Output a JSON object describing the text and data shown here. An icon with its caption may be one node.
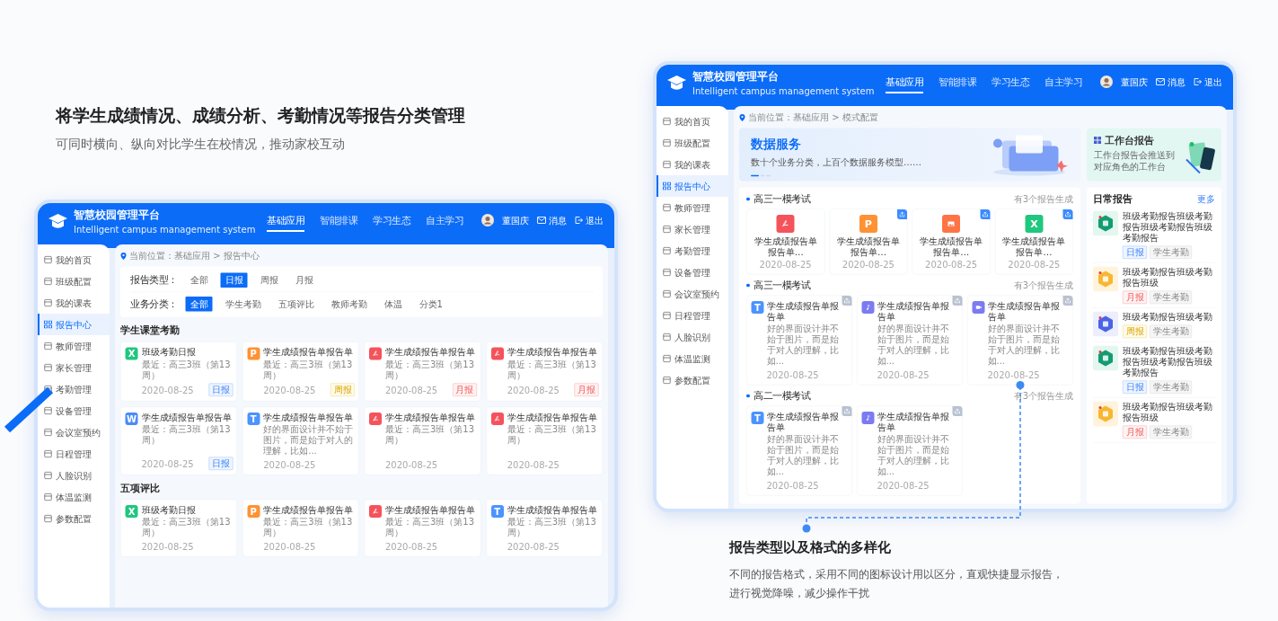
{
  "diagram": {
    "nodes": [
      {
        "text": [
          "X",
          "班级考勤日报",
          "最近：高三3班（第13周）",
          "2020-08-25",
          "日报"
        ]
      },
      {
        "text": [
          "P",
          "学生成绩报告单报告单",
          "最近：高三3班（第13周）",
          "2020-08-25",
          "周报"
        ]
      },
      {
        "text": [
          "学生成绩报告单报告单",
          "最近：高三3班（第13周）",
          "2020-08-25",
          "月报"
        ]
      },
      {
        "text": [
          "学生成绩报告单报告单",
          "最近：高三3班（第13周）",
          "2020-08-25",
          "月报"
        ]
      },
      {
        "text": [
          "W",
          "学生成绩报告单报告单",
          "最近：高三3班（第13周）",
          "2020-08-25",
          "日报"
        ]
      },
      {
        "text": [
          "T",
          "学生成绩报告单报告单",
          "好的界面设计并不始于图片，而是始于对人的理解，比如...",
          "2020-08-25"
        ]
      },
      {
        "text": [
          "学生成绩报告单报告单",
          "最近：高三3班（第13周）",
          "2020-08-25"
        ]
      },
      {
        "text": [
          "学生成绩报告单报告单",
          "最近：高三3班（第13周）",
          "2020-08-25"
        ]
      },
      {
        "text": [
          "X",
          "班级考勤日报",
          "最近：高三3班（第13周）",
          "2020-08-25"
        ]
      },
      {
        "text": [
          "P",
          "学生成绩报告单报告单",
          "最近：高三3班（第13周）",
          "2020-08-25"
        ]
      },
      {
        "text": [
          "学生成绩报告单报告单",
          "最近：高三3班（第13周）",
          "2020-08-25"
        ]
      },
      {
        "text": [
          "T",
          "学生成绩报告单报告单",
          "最近：高三3班（第13周）",
          "2020-08-25"
        ]
      },
      {
        "text": [
          "学生成绩报告单报告单…",
          "2020-08-25"
        ]
      },
      {
        "text": [
          "P",
          "学生成绩报告单报告单…",
          "2020-08-25"
        ]
      },
      {
        "text": [
          "学生成绩报告单报告单…",
          "2020-08-25"
        ]
      },
      {
        "text": [
          "X",
          "学生成绩报告单报告单…",
          "2020-08-25"
        ]
      },
      {
        "text": [
          "T",
          "学生成绩报告单报告单",
          "好的界面设计并不始于图片，而是始于对人的理解，比如...",
          "2020-08-25"
        ]
      },
      {
        "text": [
          "学生成绩报告单报告单",
          "好的界面设计并不始于图片，而是始于对人的理解，比如...",
          "2020-08-25"
        ]
      },
      {
        "text": [
          "学生成绩报告单报告单",
          "好的界面设计并不始于图片，而是始于对人的理解，比如...",
          "2020-08-25"
        ]
      },
      {
        "text": [
          "T",
          "学生成绩报告单报告单",
          "好的界面设计并不始于图片，而是始于对人的理解，比如...",
          "2020-08-25"
        ]
      },
      {
        "text": [
          "学生成绩报告单报告单",
          "好的界面设计并不始于图片，而是始于对人的理解，比如...",
          "2020-08-25"
        ]
      },
      {
        "text": [
          "报告类型以及格式的多样化",
          "不同的报告格式，采用不同的图标设计用以区分，直观快捷显示报告，进行视觉降噪，减少操作干扰"
        ]
      }
    ],
    "edges": [
      {
        "from": 21,
        "to": 18,
        "arrow": "other",
        "style": "dashed"
      }
    ],
    "labels": [
      "将学生成绩情况、成绩分析、考勤情况等报告分类管理",
      "可同时横向、纵向对比学生在校情况，推动家校互动",
      "智慧校园管理平台",
      "Intelligent campus management system",
      "基础应用",
      "智能排课",
      "学习生态",
      "自主学习",
      "董国庆",
      "消息",
      "退出",
      "我的首页",
      "班级配置",
      "我的课表",
      "报告中心",
      "教师管理",
      "家长管理",
      "考勤管理",
      "设备管理",
      "会议室预约",
      "日程管理",
      "人脸识别",
      "体温监测",
      "参数配置",
      "当前位置：基础应用 > 报告中心",
      "报告类型：",
      "全部",
      "日报",
      "周报",
      "月报",
      "业务分类：",
      "全部",
      "学生考勤",
      "五项评比",
      "教师考勤",
      "体温",
      "分类1",
      "学生课堂考勤",
      "五项评比",
      "智慧校园管理平台",
      "Intelligent campus management system",
      "基础应用",
      "智能排课",
      "学习生态",
      "自主学习",
      "董国庆",
      "消息",
      "退出",
      "我的首页",
      "班级配置",
      "我的课表",
      "报告中心",
      "教师管理",
      "家长管理",
      "考勤管理",
      "设备管理",
      "会议室预约",
      "日程管理",
      "人脸识别",
      "体温监测",
      "参数配置",
      "当前位置：基础应用 > 模式配置",
      "数据服务",
      "数十个业务分类，上百个数据服务模型……",
      "工作台报告",
      "工作台报告会推送到对应角色的工作台",
      "高三一模考试",
      "有3个报告生成",
      "高三一模考试",
      "有3个报告生成",
      "高二一模考试",
      "有3个报告生成",
      "日常报告",
      "更多",
      "班级考勤报告班级考勤报告班级考勤报告班级考勤报告",
      "日报",
      "学生考勤",
      "班级考勤报告班级考勤报告班级",
      "月报",
      "学生考勤",
      "班级考勤报告班级考勤",
      "周报",
      "学生考勤",
      "班级考勤报告班级考勤报告班级考勤报告班级考勤报告",
      "日报",
      "学生考勤",
      "班级考勤报告班级考勤报告班级",
      "月报",
      "学生考勤"
    ]
  }
}
